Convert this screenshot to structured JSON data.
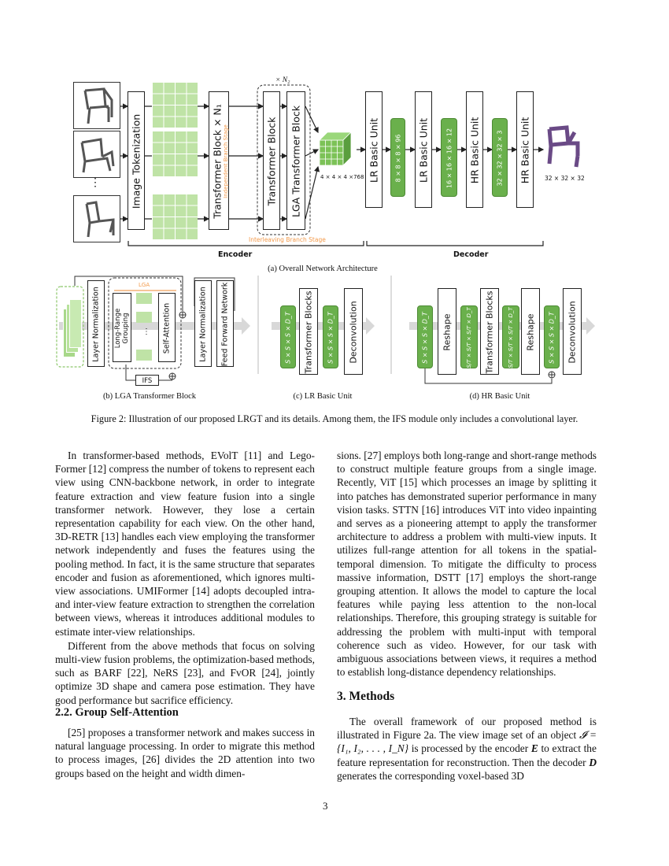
{
  "figure": {
    "top": {
      "n2_label": "× N₂",
      "image_tokenization": "Image Tokenization",
      "transformer_block_n1": "Transformer Block × N₁",
      "independent_stage": "Independent Branch Stage",
      "transformer_block": "Transformer Block",
      "lga_transformer_block": "LGA Transformer Block",
      "interleaving_stage": "Interleaving Branch Stage",
      "feature_dim": "4 × 4 × 4 ×768",
      "lr_unit_1": "LR Basic Unit",
      "dim_1": "8 × 8 × 8 × 96",
      "lr_unit_2": "LR Basic Unit",
      "dim_2": "16 × 16 × 16 × 12",
      "hr_unit_1": "HR Basic Unit",
      "dim_3": "32 × 32 × 32 × 3",
      "hr_unit_2": "HR Basic Unit",
      "output_dim": "32 × 32 × 32",
      "dots": "⋮",
      "encoder": "Encoder",
      "decoder": "Decoder",
      "caption_a": "(a) Overall Network Architecture"
    },
    "b": {
      "layer_norm": "Layer Normalization",
      "long_range": "Long-Range Grouping",
      "lga": "LGA",
      "self_attention": "Self-Attention",
      "ifs": "IFS",
      "layer_norm2": "Layer Normalization",
      "ffn": "Feed Forward Network",
      "caption": "(b) LGA Transformer Block"
    },
    "c": {
      "g1": "S × S × S × D_T",
      "transformer_blocks": "Transformer Blocks",
      "g2": "S × S × S × D_T",
      "deconv": "Deconvolution",
      "caption": "(c) LR Basic Unit"
    },
    "d": {
      "g1": "S × S × S × D_T",
      "reshape1": "Reshape",
      "g2": "S/T × S/T × S/T × D_T",
      "transformer_blocks": "Transformer Blocks",
      "g3": "S/T × S/T × S/T × D_T",
      "reshape2": "Reshape",
      "g4": "S × S × S × D_T",
      "deconv": "Deconvolution",
      "caption": "(d) HR Basic Unit"
    },
    "caption": "Figure 2: Illustration of our proposed LRGT and its details. Among them, the IFS module only includes a convolutional layer."
  },
  "left_col": {
    "p1": "In transformer-based methods, EVolT [11] and Lego-Former [12] compress the number of tokens to represent each view using CNN-backbone network, in order to integrate feature extraction and view feature fusion into a single transformer network. However, they lose a certain representation capability for each view. On the other hand, 3D-RETR [13] handles each view employing the transformer network independently and fuses the features using the pooling method. In fact, it is the same structure that separates encoder and fusion as aforementioned, which ignores multi-view associations. UMIFormer [14] adopts decoupled intra- and inter-view feature extraction to strengthen the correlation between views, whereas it introduces additional modules to estimate inter-view relationships.",
    "p2": "Different from the above methods that focus on solving multi-view fusion problems, the optimization-based methods, such as BARF [22], NeRS [23], and FvOR [24], jointly optimize 3D shape and camera pose estimation. They have good performance but sacrifice efficiency.",
    "heading": "2.2. Group Self-Attention",
    "p3": "[25] proposes a transformer network and makes success in natural language processing. In order to migrate this method to process images, [26] divides the 2D attention into two groups based on the height and width dimen-"
  },
  "right_col": {
    "p1": "sions. [27] employs both long-range and short-range methods to construct multiple feature groups from a single image. Recently, ViT [15] which processes an image by splitting it into patches has demonstrated superior performance in many vision tasks. STTN [16] introduces ViT into video inpainting and serves as a pioneering attempt to apply the transformer architecture to address a problem with multi-view inputs. It utilizes full-range attention for all tokens in the spatial-temporal dimension. To mitigate the difficulty to process massive information, DSTT [17] employs the short-range grouping attention. It allows the model to capture the local features while paying less attention to the non-local relationships. Therefore, this grouping strategy is suitable for addressing the problem with multi-input with temporal coherence such as video. However, for our task with ambiguous associations between views, it requires a method to establish long-distance dependency relationships.",
    "heading": "3. Methods",
    "p2a": "The overall framework of our proposed method is illustrated in Figure 2a. The view image set of an object",
    "p2_math": "𝓘 = {I₁, I₂, . . . , I_N}",
    "p2b": "is processed by the encoder",
    "p2_E": "E",
    "p2c": "to extract the feature representation for reconstruction. Then the decoder",
    "p2_D": "D",
    "p2d": "generates the corresponding voxel-based 3D"
  },
  "page_number": "3"
}
